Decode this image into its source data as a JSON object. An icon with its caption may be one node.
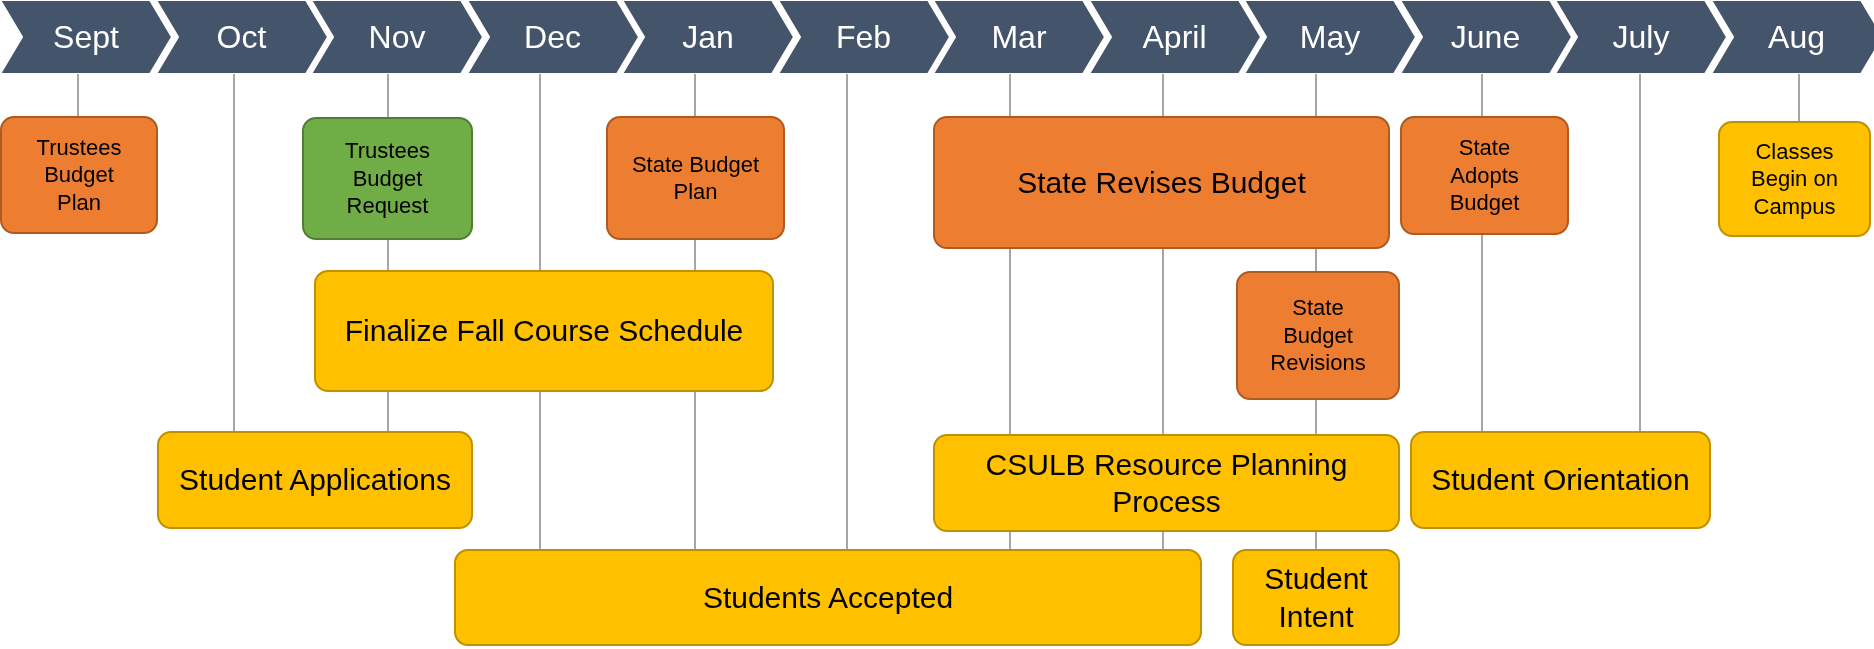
{
  "diagram": {
    "nodes": [
      {
        "text": [
          "Sept"
        ]
      },
      {
        "text": [
          "Oct"
        ]
      },
      {
        "text": [
          "Nov"
        ]
      },
      {
        "text": [
          "Dec"
        ]
      },
      {
        "text": [
          "Jan"
        ]
      },
      {
        "text": [
          "Feb"
        ]
      },
      {
        "text": [
          "Mar"
        ]
      },
      {
        "text": [
          "April"
        ]
      },
      {
        "text": [
          "May"
        ]
      },
      {
        "text": [
          "June"
        ]
      },
      {
        "text": [
          "July"
        ]
      },
      {
        "text": [
          "Aug"
        ]
      },
      {
        "text": [
          "Trustees Budget Plan"
        ]
      },
      {
        "text": [
          "Trustees Budget Request"
        ]
      },
      {
        "text": [
          "State Budget Plan"
        ]
      },
      {
        "text": [
          "State Revises Budget"
        ]
      },
      {
        "text": [
          "State Adopts Budget"
        ]
      },
      {
        "text": [
          "Classes Begin on Campus"
        ]
      },
      {
        "text": [
          "Finalize Fall Course Schedule"
        ]
      },
      {
        "text": [
          "State Budget Revisions"
        ]
      },
      {
        "text": [
          "Student Applications"
        ]
      },
      {
        "text": [
          "CSULB Resource Planning Process"
        ]
      },
      {
        "text": [
          "Student Orientation"
        ]
      },
      {
        "text": [
          "Students Accepted"
        ]
      },
      {
        "text": [
          "Student Intent"
        ]
      }
    ],
    "edges": [
      {
        "from": 0,
        "to": 12,
        "arrow": "none"
      },
      {
        "from": 1,
        "to": 20,
        "arrow": "none"
      },
      {
        "from": 2,
        "to": 13,
        "arrow": "none"
      },
      {
        "from": 13,
        "to": 18,
        "arrow": "none"
      },
      {
        "from": 18,
        "to": 20,
        "arrow": "none"
      },
      {
        "from": 3,
        "to": 18,
        "arrow": "none"
      },
      {
        "from": 18,
        "to": 23,
        "arrow": "none"
      },
      {
        "from": 4,
        "to": 14,
        "arrow": "none"
      },
      {
        "from": 14,
        "to": 18,
        "arrow": "none"
      },
      {
        "from": 18,
        "to": 23,
        "arrow": "none"
      },
      {
        "from": 5,
        "to": 23,
        "arrow": "none"
      },
      {
        "from": 6,
        "to": 15,
        "arrow": "none"
      },
      {
        "from": 15,
        "to": 21,
        "arrow": "none"
      },
      {
        "from": 21,
        "to": 23,
        "arrow": "none"
      },
      {
        "from": 7,
        "to": 15,
        "arrow": "none"
      },
      {
        "from": 15,
        "to": 21,
        "arrow": "none"
      },
      {
        "from": 21,
        "to": 23,
        "arrow": "none"
      },
      {
        "from": 8,
        "to": 15,
        "arrow": "none"
      },
      {
        "from": 15,
        "to": 19,
        "arrow": "none"
      },
      {
        "from": 19,
        "to": 21,
        "arrow": "none"
      },
      {
        "from": 21,
        "to": 24,
        "arrow": "none"
      },
      {
        "from": 9,
        "to": 16,
        "arrow": "none"
      },
      {
        "from": 16,
        "to": 22,
        "arrow": "none"
      },
      {
        "from": 10,
        "to": 22,
        "arrow": "none"
      },
      {
        "from": 11,
        "to": 17,
        "arrow": "none"
      }
    ]
  }
}
